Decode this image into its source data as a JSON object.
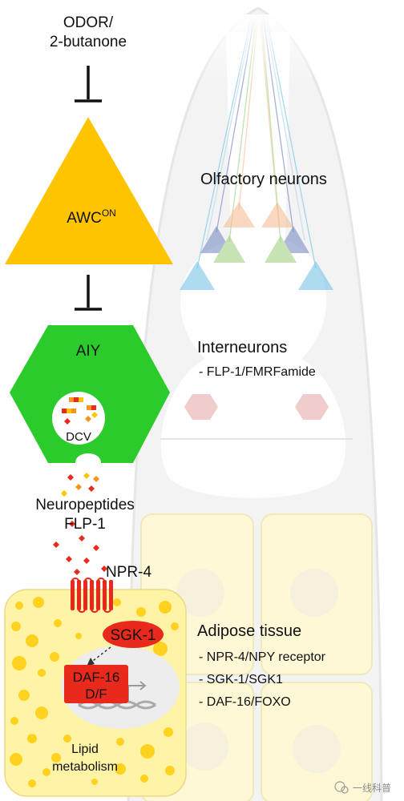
{
  "stimulus": {
    "line1": "ODOR/",
    "line2": "2-butanone"
  },
  "awc": {
    "name": "AWC",
    "sup": "ON"
  },
  "aiy": {
    "name": "AIY",
    "vesicle": "DCV"
  },
  "neuropeptides": {
    "line1": "Neuropeptides",
    "line2": "FLP-1"
  },
  "receptor": {
    "name": "NPR-4"
  },
  "kinase": {
    "name": "SGK-1"
  },
  "tf": {
    "line1": "DAF-16",
    "line2": "D/F"
  },
  "lipid": {
    "line1": "Lipid",
    "line2": "metabolism"
  },
  "right": {
    "olfactory": "Olfactory neurons",
    "interneurons": "Interneurons",
    "inter_items": [
      "FLP-1/FMRFamide"
    ],
    "adipose": "Adipose tissue",
    "adipose_items": [
      "NPR-4/NPY receptor",
      "SGK-1/SGK1",
      "DAF-16/FOXO"
    ]
  },
  "watermark": "一线科普",
  "colors": {
    "awc": "#FFC400",
    "aiy": "#2CCB2C",
    "sgk": "#E8291C",
    "adipose": "#FFF3A6",
    "lipid_drop": "#FFD21F",
    "worm_body": "#F2F2F2"
  }
}
